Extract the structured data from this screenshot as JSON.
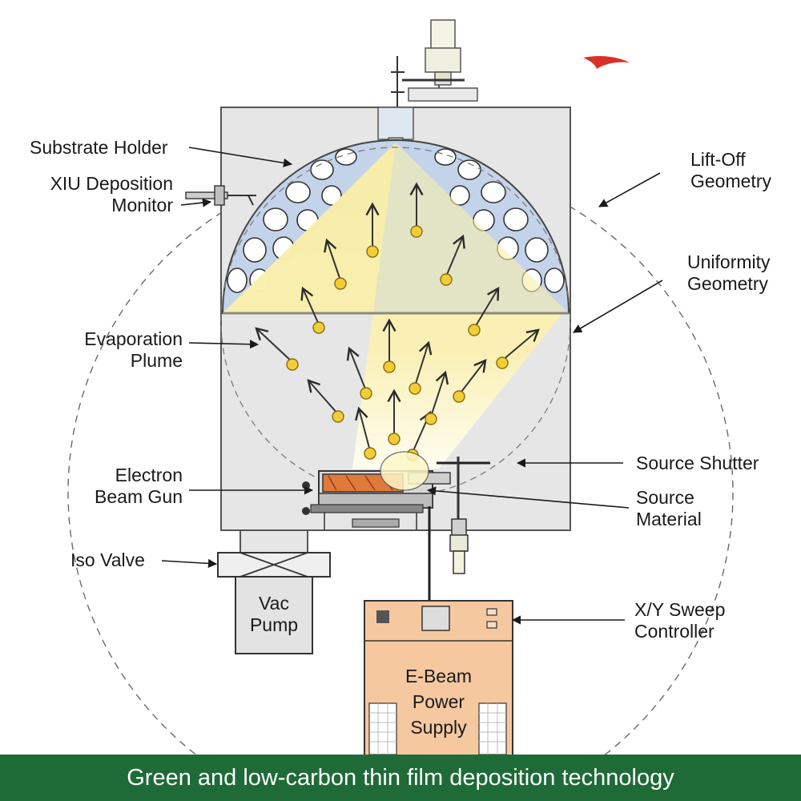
{
  "labels": {
    "substrate_holder": "Substrate Holder",
    "deposition_monitor": [
      "XIU Deposition",
      "Monitor"
    ],
    "evaporation_plume": [
      "Evaporation",
      "Plume"
    ],
    "electron_beam_gun": [
      "Electron",
      "Beam Gun"
    ],
    "iso_valve": "Iso Valve",
    "vac_pump": [
      "Vac",
      "Pump"
    ],
    "lift_off_geometry": [
      "Lift-Off",
      "Geometry"
    ],
    "uniformity_geometry": [
      "Uniformity",
      "Geometry"
    ],
    "source_shutter": "Source Shutter",
    "source_material": [
      "Source",
      "Material"
    ],
    "xy_sweep_controller": [
      "X/Y Sweep",
      "Controller"
    ],
    "power_supply": [
      "E-Beam",
      "Power",
      "Supply"
    ]
  },
  "footer": "Green and low-carbon thin film deposition technology",
  "colors": {
    "chamber": "#e6e6e6",
    "plume": "#fbf1b4",
    "particle": "#f2cd36",
    "power_supply": "#f5c8a0",
    "source_material": "#e07a3a",
    "footer": "#1e6b37",
    "logo": "#d8312a"
  }
}
